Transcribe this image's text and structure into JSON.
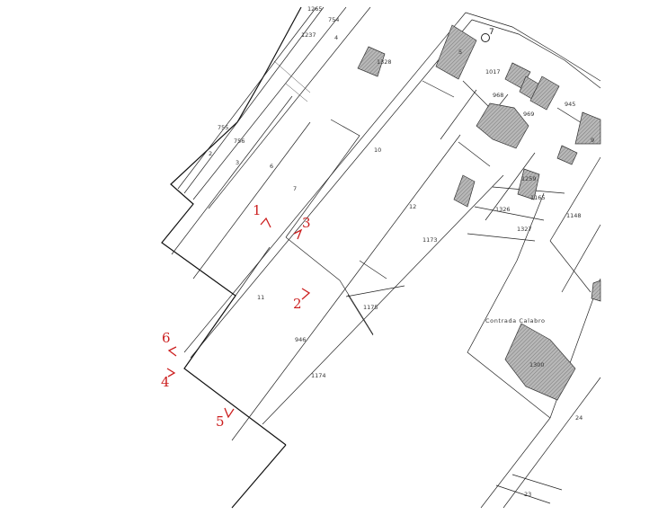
{
  "map": {
    "parcels": [
      {
        "id": "p1265",
        "label": "1265"
      },
      {
        "id": "p754",
        "label": "754"
      },
      {
        "id": "p1237",
        "label": "1237"
      },
      {
        "id": "p4",
        "label": "4"
      },
      {
        "id": "p1328",
        "label": "1328"
      },
      {
        "id": "p5",
        "label": "5"
      },
      {
        "id": "p1017",
        "label": "1017"
      },
      {
        "id": "p968",
        "label": "968"
      },
      {
        "id": "p969",
        "label": "969"
      },
      {
        "id": "p945",
        "label": "945"
      },
      {
        "id": "p9",
        "label": "9"
      },
      {
        "id": "p755",
        "label": "755"
      },
      {
        "id": "p756",
        "label": "756"
      },
      {
        "id": "p2",
        "label": "2"
      },
      {
        "id": "p3",
        "label": "3"
      },
      {
        "id": "p6",
        "label": "6"
      },
      {
        "id": "p10",
        "label": "10"
      },
      {
        "id": "p7",
        "label": "7"
      },
      {
        "id": "p1259",
        "label": "1259"
      },
      {
        "id": "p1165",
        "label": "1165"
      },
      {
        "id": "p1326",
        "label": "1326"
      },
      {
        "id": "p1148",
        "label": "1148"
      },
      {
        "id": "p12",
        "label": "12"
      },
      {
        "id": "p1327",
        "label": "1327"
      },
      {
        "id": "p1173",
        "label": "1173"
      },
      {
        "id": "p11",
        "label": "11"
      },
      {
        "id": "p1175",
        "label": "1175"
      },
      {
        "id": "p946",
        "label": "946"
      },
      {
        "id": "p1174",
        "label": "1174"
      },
      {
        "id": "p1300",
        "label": "1300"
      },
      {
        "id": "p24",
        "label": "24"
      },
      {
        "id": "p23",
        "label": "23"
      }
    ],
    "place_name": "Contrada Calabro",
    "road_marker_label": "7",
    "photo_points": [
      {
        "id": "pp1",
        "label": "1"
      },
      {
        "id": "pp2",
        "label": "2"
      },
      {
        "id": "pp3",
        "label": "3"
      },
      {
        "id": "pp4",
        "label": "4"
      },
      {
        "id": "pp5",
        "label": "5"
      },
      {
        "id": "pp6",
        "label": "6"
      }
    ],
    "colors": {
      "photo_point": "#cc1f1f",
      "line": "#222222",
      "building_fill": "#a9a9a9",
      "background": "#ffffff"
    },
    "icons": {
      "building": "hatched-polygon",
      "photo_point": "camera-direction-chevron",
      "road_marker": "circle"
    }
  }
}
